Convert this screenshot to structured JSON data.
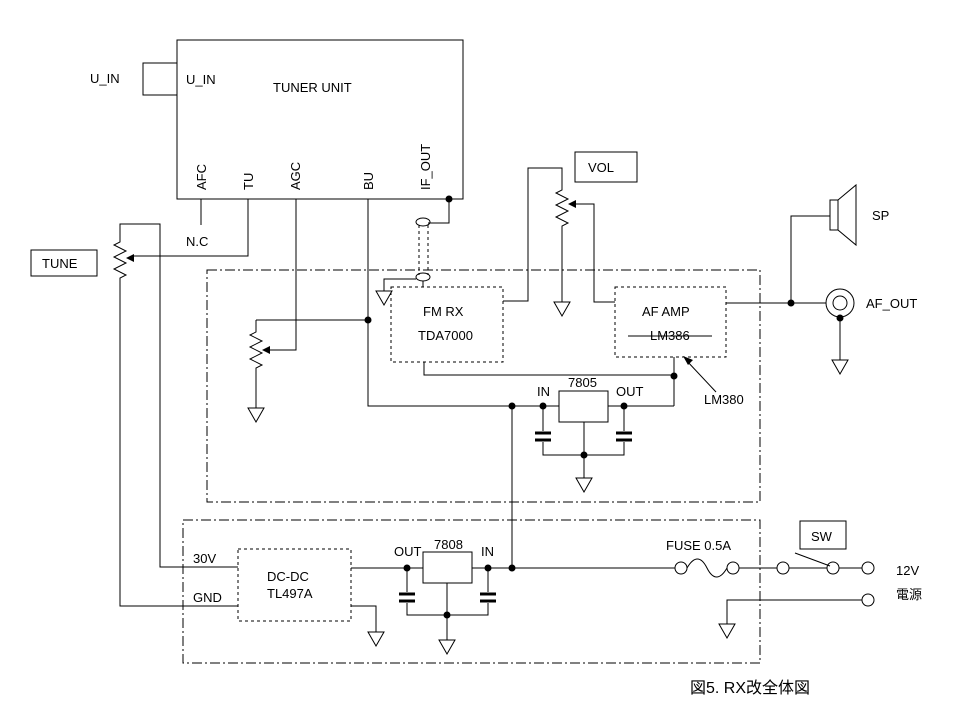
{
  "tuner": {
    "title": "TUNER  UNIT",
    "u_in_ext": "U_IN",
    "u_in_pin": "U_IN",
    "pin_afc": "AFC",
    "pin_tu": "TU",
    "pin_agc": "AGC",
    "pin_bu": "BU",
    "pin_if_out": "IF_OUT",
    "nc": "N.C"
  },
  "tune_label": "TUNE",
  "vol_label": "VOL",
  "fm_rx": {
    "name": "FM RX",
    "part": "TDA7000"
  },
  "af_amp": {
    "name": "AF AMP",
    "part_old": "LM386",
    "part_new": "LM380"
  },
  "reg1": {
    "name": "7805",
    "in": "IN",
    "out": "OUT"
  },
  "reg2": {
    "name": "7808",
    "in": "IN",
    "out": "OUT"
  },
  "dcdc": {
    "name": "DC-DC",
    "part": "TL497A",
    "v30": "30V",
    "gnd": "GND"
  },
  "sp_label": "SP",
  "af_out_label": "AF_OUT",
  "fuse_label": "FUSE  0.5A",
  "sw_label": "SW",
  "v12_label": "12V",
  "power_label": "電源",
  "caption": "図5. RX改全体図",
  "colors": {
    "ink": "#000000",
    "background": "#ffffff"
  }
}
